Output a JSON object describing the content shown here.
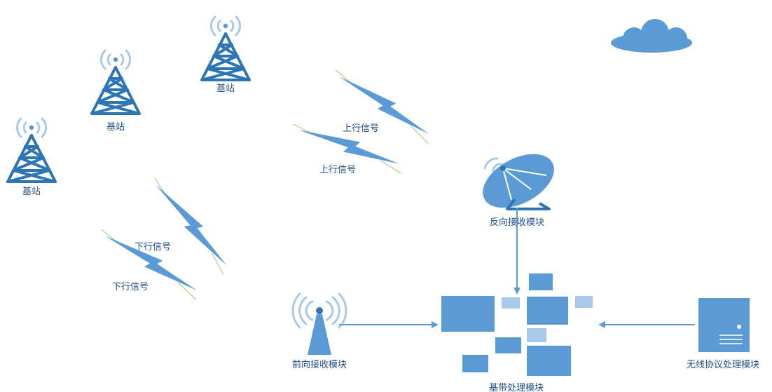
{
  "colors": {
    "primary": "#5b9bd5",
    "dark": "#2e75b6",
    "light": "#a9c9ea",
    "text": "#1f4e86",
    "bolt_line": "#b6d38a"
  },
  "base_stations": [
    {
      "label": "基站"
    },
    {
      "label": "基站"
    },
    {
      "label": "基站"
    }
  ],
  "uplink_signals": [
    {
      "label": "上行信号"
    },
    {
      "label": "上行信号"
    }
  ],
  "downlink_signals": [
    {
      "label": "下行信号"
    },
    {
      "label": "下行信号"
    }
  ],
  "modules": {
    "reverse_receive": {
      "label": "反向接收模块",
      "icon": "satellite-dish-icon"
    },
    "forward_receive": {
      "label": "前向接收模块",
      "icon": "antenna-tower-icon"
    },
    "baseband": {
      "label": "基带处理模块",
      "icon": "blocks-icon"
    },
    "wireless_protocol": {
      "label": "无线协议处理模块",
      "icon": "server-icon"
    }
  },
  "decor": {
    "cloud": "cloud-icon"
  }
}
